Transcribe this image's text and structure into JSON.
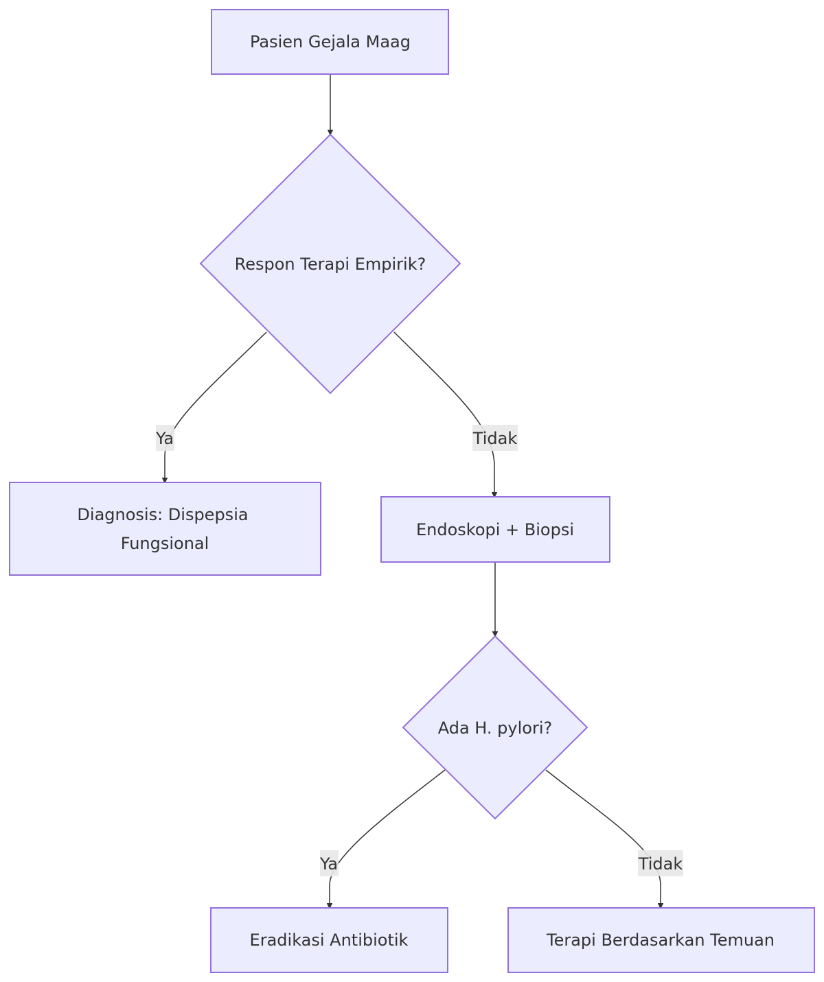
{
  "diagram": {
    "type": "flowchart",
    "colors": {
      "node_fill": "#ececff",
      "node_stroke": "#9370db",
      "edge": "#333333",
      "text": "#333333",
      "label_bg": "#e8e8e8",
      "background": "#ffffff"
    },
    "nodes": {
      "start": {
        "shape": "rect",
        "lines": [
          "Pasien Gejala Maag"
        ]
      },
      "decision_empiric": {
        "shape": "diamond",
        "lines": [
          "Respon Terapi Empirik?"
        ]
      },
      "diagnosis": {
        "shape": "rect",
        "lines": [
          "Diagnosis: Dispepsia",
          "Fungsional"
        ]
      },
      "endoscopy": {
        "shape": "rect",
        "lines": [
          "Endoskopi + Biopsi"
        ]
      },
      "decision_hpylori": {
        "shape": "diamond",
        "lines": [
          "Ada H. pylori?"
        ]
      },
      "eradication": {
        "shape": "rect",
        "lines": [
          "Eradikasi Antibiotik"
        ]
      },
      "therapy": {
        "shape": "rect",
        "lines": [
          "Terapi Berdasarkan Temuan"
        ]
      }
    },
    "edges": [
      {
        "from": "start",
        "to": "decision_empiric",
        "label": ""
      },
      {
        "from": "decision_empiric",
        "to": "diagnosis",
        "label": "Ya"
      },
      {
        "from": "decision_empiric",
        "to": "endoscopy",
        "label": "Tidak"
      },
      {
        "from": "endoscopy",
        "to": "decision_hpylori",
        "label": ""
      },
      {
        "from": "decision_hpylori",
        "to": "eradication",
        "label": "Ya"
      },
      {
        "from": "decision_hpylori",
        "to": "therapy",
        "label": "Tidak"
      }
    ]
  }
}
